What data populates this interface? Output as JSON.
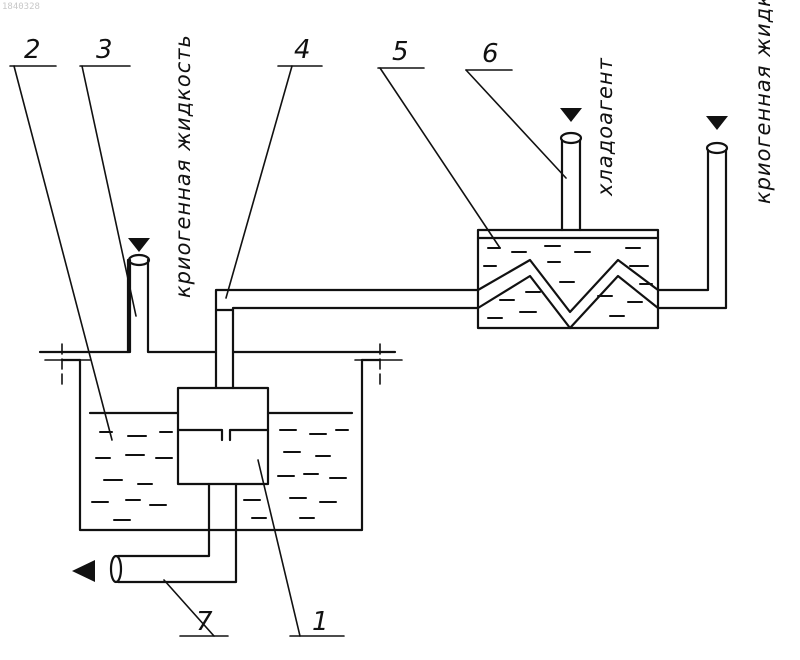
{
  "corner_id": "1840328",
  "labels": {
    "n1": "1",
    "n2": "2",
    "n3": "3",
    "n4": "4",
    "n5": "5",
    "n6": "6",
    "n7": "7"
  },
  "notes": {
    "cryogenic_left": "криогенная жидкость",
    "refrigerant": "хладоагент",
    "cryogenic_right": "криогенная жидкость"
  }
}
